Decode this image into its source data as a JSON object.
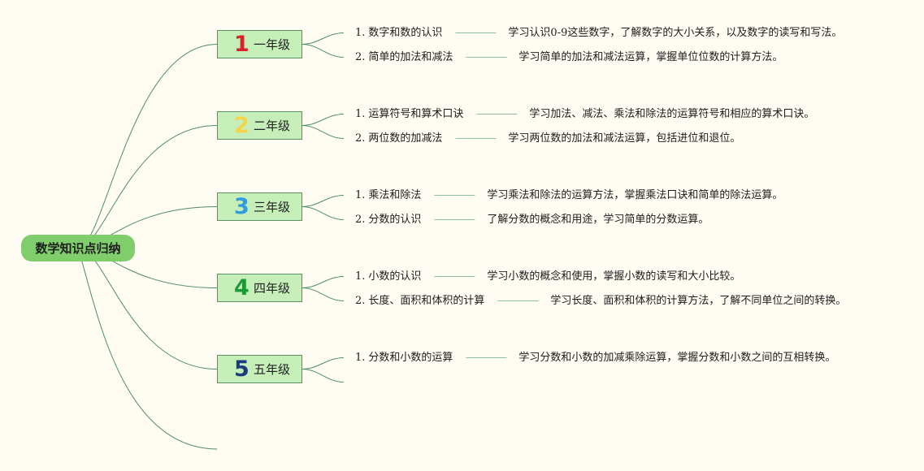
{
  "root": {
    "label": "数学知识点归纳"
  },
  "colors": {
    "background": "#fffcf3",
    "root_fill": "#7fcd6b",
    "grade_fill": "#c6eeb9",
    "grade_border": "#5c8f63",
    "branch_line": "#4f8d6a",
    "connector_line": "#8fbfa2"
  },
  "grades": [
    {
      "number": "1",
      "label": "一年级",
      "number_color": "#d8232a",
      "topics": [
        {
          "no": "1.",
          "name": "数字和数的认识",
          "desc": "学习认识0-9这些数字，了解数字的大小关系，以及数字的读写和写法。"
        },
        {
          "no": "2.",
          "name": "简单的加法和减法",
          "desc": "学习简单的加法和减法运算，掌握单位位数的计算方法。"
        }
      ]
    },
    {
      "number": "2",
      "label": "二年级",
      "number_color": "#f5d44a",
      "topics": [
        {
          "no": "1.",
          "name": "运算符号和算术口诀",
          "desc": "学习加法、减法、乘法和除法的运算符号和相应的算术口诀。"
        },
        {
          "no": "2.",
          "name": "两位数的加减法",
          "desc": "学习两位数的加法和减法运算，包括进位和退位。"
        }
      ]
    },
    {
      "number": "3",
      "label": "三年级",
      "number_color": "#2f9be0",
      "topics": [
        {
          "no": "1.",
          "name": "乘法和除法",
          "desc": "学习乘法和除法的运算方法，掌握乘法口诀和简单的除法运算。"
        },
        {
          "no": "2.",
          "name": "分数的认识",
          "desc": "了解分数的概念和用途，学习简单的分数运算。"
        }
      ]
    },
    {
      "number": "4",
      "label": "四年级",
      "number_color": "#1c9a36",
      "topics": [
        {
          "no": "1.",
          "name": "小数的认识",
          "desc": "学习小数的概念和使用，掌握小数的读写和大小比较。"
        },
        {
          "no": "2.",
          "name": "长度、面积和体积的计算",
          "desc": "学习长度、面积和体积的计算方法，了解不同单位之间的转换。"
        }
      ]
    },
    {
      "number": "5",
      "label": "五年级",
      "number_color": "#1d3c7d",
      "topics": [
        {
          "no": "1.",
          "name": "分数和小数的运算",
          "desc": "学习分数和小数的加减乘除运算，掌握分数和小数之间的互相转换。"
        }
      ]
    }
  ]
}
